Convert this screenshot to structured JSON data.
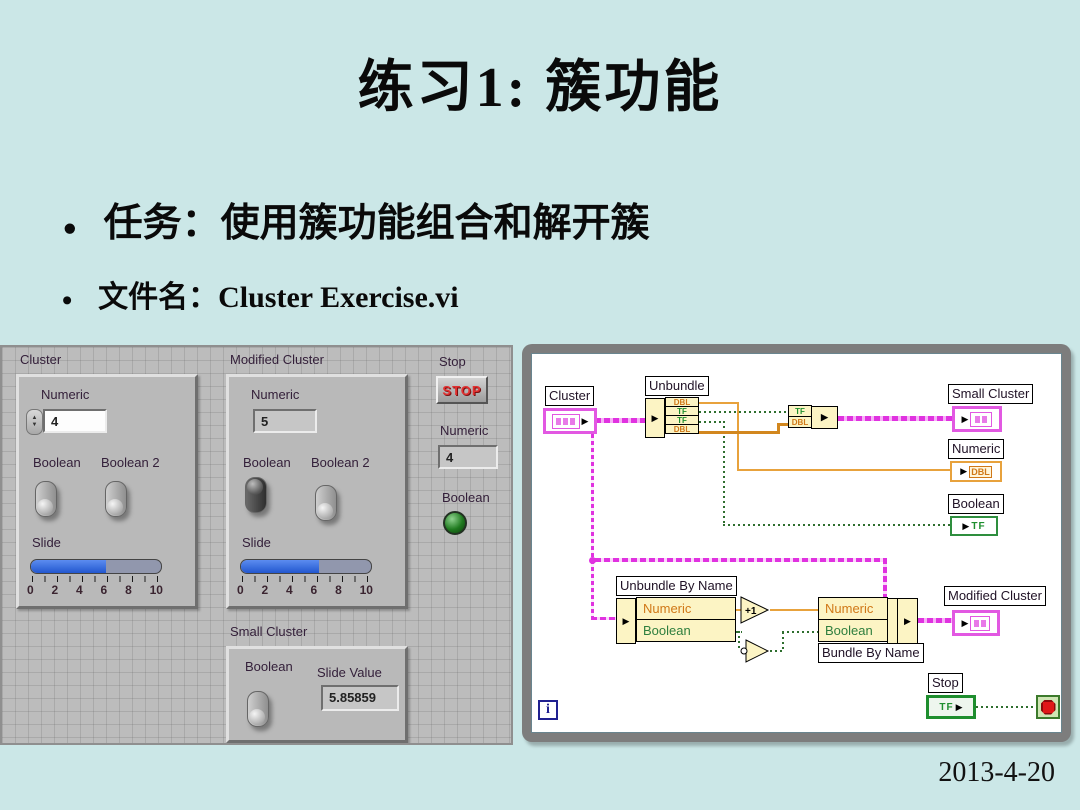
{
  "slide": {
    "title": "练习1:  簇功能",
    "bullet_marker": "●",
    "bullet1": "任务：使用簇功能组合和解开簇",
    "bullet2": "文件名：Cluster Exercise.vi",
    "date": "2013-4-20"
  },
  "front_panel": {
    "cluster": {
      "label": "Cluster",
      "numeric_label": "Numeric",
      "numeric_value": "4",
      "spinner_up": "▲",
      "spinner_down": "▼",
      "boolean_label": "Boolean",
      "boolean2_label": "Boolean 2",
      "slide_label": "Slide",
      "ticks": [
        "0",
        "2",
        "4",
        "6",
        "8",
        "10"
      ]
    },
    "modified_cluster": {
      "label": "Modified Cluster",
      "numeric_label": "Numeric",
      "numeric_value": "5",
      "boolean_label": "Boolean",
      "boolean2_label": "Boolean 2",
      "slide_label": "Slide",
      "ticks": [
        "0",
        "2",
        "4",
        "6",
        "8",
        "10"
      ]
    },
    "small_cluster": {
      "label": "Small Cluster",
      "boolean_label": "Boolean",
      "slide_value_label": "Slide Value",
      "slide_value": "5.85859"
    },
    "stop_label": "Stop",
    "stop_button": "STOP",
    "numeric_indicator_label": "Numeric",
    "numeric_indicator_value": "4",
    "boolean_indicator_label": "Boolean"
  },
  "block_diagram": {
    "cluster_terminal_label": "Cluster",
    "unbundle_label": "Unbundle",
    "unbundle_cells": [
      "DBL",
      "TF",
      "TF",
      "DBL"
    ],
    "bundle_cells": [
      "TF",
      "DBL"
    ],
    "small_cluster_label": "Small Cluster",
    "numeric_label": "Numeric",
    "numeric_type": "DBL",
    "boolean_label": "Boolean",
    "boolean_type": "TF",
    "unbundle_by_name_label": "Unbundle By Name",
    "ubn_rows": [
      "Numeric",
      "Boolean"
    ],
    "increment_text": "+1",
    "bundle_by_name_label": "Bundle By Name",
    "bbn_rows": [
      "Numeric",
      "Boolean"
    ],
    "modified_cluster_label": "Modified Cluster",
    "stop_label": "Stop",
    "stop_type": "TF",
    "info_text": "i",
    "arrow": "▶"
  },
  "colors": {
    "slide_bg": "#cbe7e7",
    "panel_grey": "#bcbcbc",
    "cluster_wire_pink": "#e032e0",
    "numeric_wire_orange": "#d2871e",
    "boolean_wire_green": "#2e6e2e",
    "node_yellow": "#fcf4c4",
    "slider_blue": "#2257cf",
    "stop_red": "#e23030",
    "led_green": "#1f7a1f"
  }
}
